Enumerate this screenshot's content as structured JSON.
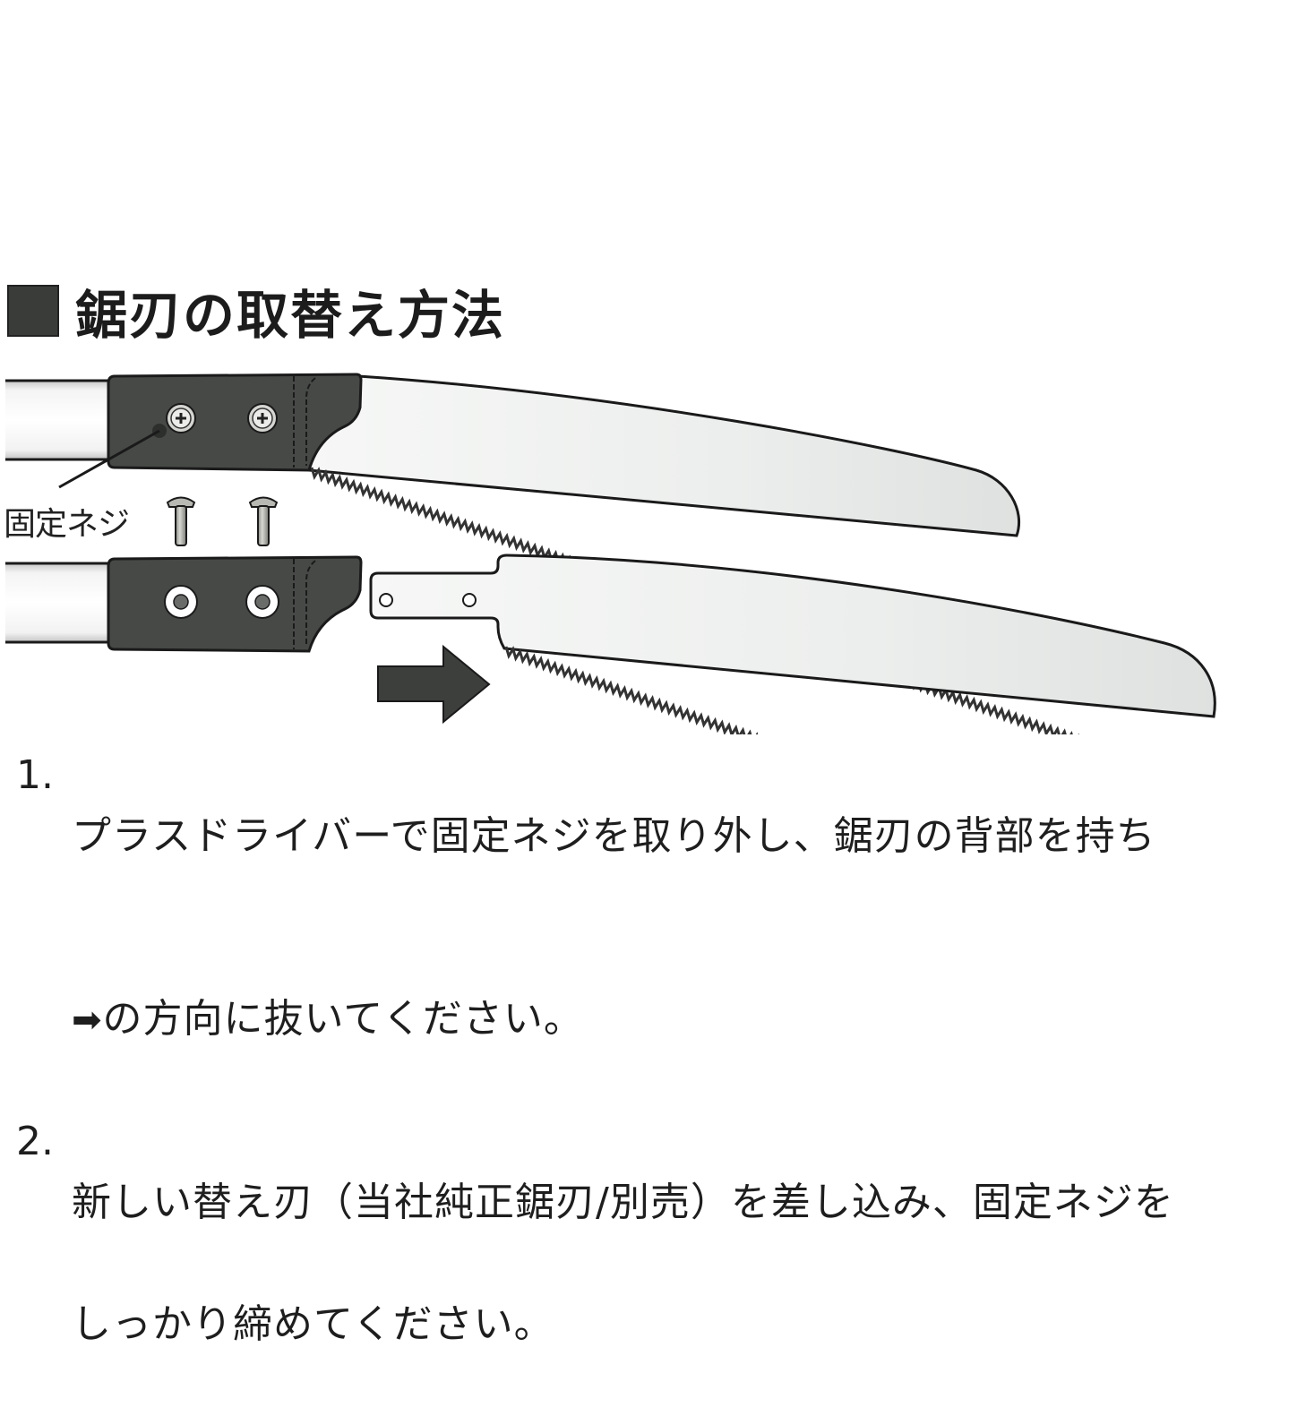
{
  "title": {
    "icon": "black-square",
    "text": "鋸刃の取替え方法"
  },
  "illustration": {
    "screw_label": "固定ネジ",
    "direction_arrow": "right-arrow",
    "colors": {
      "handle": "#464946",
      "blade": "#e9ebea",
      "outline": "#1a1a1a",
      "arrow": "#3d3f3d"
    }
  },
  "steps": [
    {
      "number": "1.",
      "line1": "プラスドライバーで固定ネジを取り外し、鋸刃の背部を持ち",
      "line2_arrow": "➡",
      "line2": "の方向に抜いてください。"
    },
    {
      "number": "2.",
      "line1": "新しい替え刃（当社純正鋸刃/別売）を差し込み、固定ネジを",
      "line2": "しっかり締めてください。"
    }
  ]
}
